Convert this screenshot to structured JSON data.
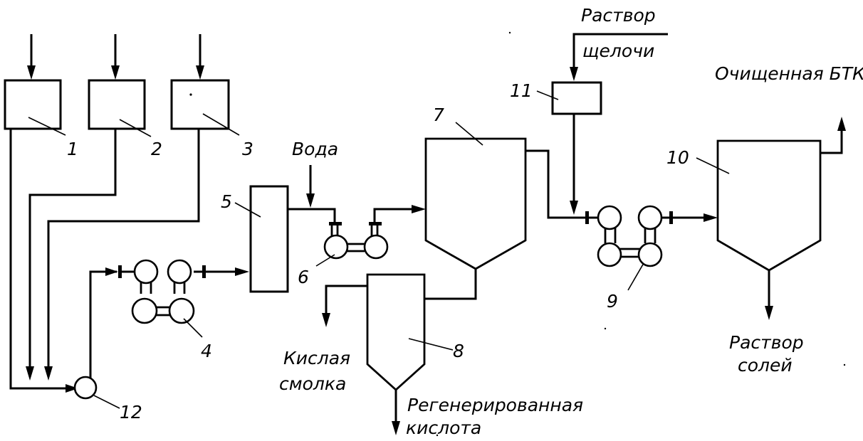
{
  "labels": {
    "n1": "1",
    "n2": "2",
    "n3": "3",
    "n4": "4",
    "n5": "5",
    "n6": "6",
    "n7": "7",
    "n8": "8",
    "n9": "9",
    "n10": "10",
    "n11": "11",
    "n12": "12",
    "water": "Вода",
    "alkali_line1": "Раствор",
    "alkali_line2": "щелочи",
    "purified": "Очищенная БТК",
    "acid_tar_line1": "Кислая",
    "acid_tar_line2": "смолка",
    "regen_line1": "Регенерированная",
    "regen_line2": "кислота",
    "salts_line1": "Раствор",
    "salts_line2": "солей"
  }
}
